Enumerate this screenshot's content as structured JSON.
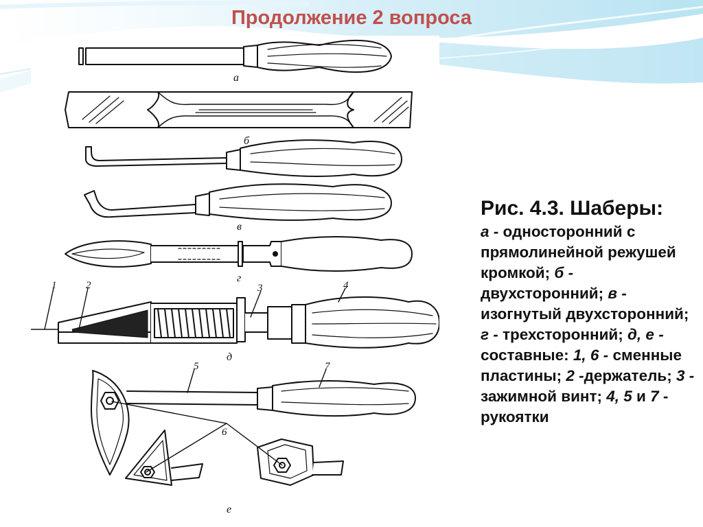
{
  "slide": {
    "title": "Продолжение 2 вопроса",
    "title_color": "#c0504d",
    "accent_color": "#2aa9d6"
  },
  "figure": {
    "letters": [
      "а",
      "б",
      "в",
      "г",
      "д",
      "е"
    ],
    "numbers": [
      "1",
      "2",
      "3",
      "4",
      "5",
      "6",
      "7"
    ]
  },
  "caption": {
    "title": "Рис. 4.3. Шаберы:",
    "segments": [
      {
        "text": "а -",
        "italic": true
      },
      {
        "text": " односторонний с прямолинейной режушей кромкой; ",
        "italic": false
      },
      {
        "text": "б -",
        "italic": true
      },
      {
        "text": " двухсторонний; ",
        "italic": false
      },
      {
        "text": "в -",
        "italic": true
      },
      {
        "text": " изогнутый двухсторонний; ",
        "italic": false
      },
      {
        "text": "г -",
        "italic": true
      },
      {
        "text": " трехсторонний; ",
        "italic": false
      },
      {
        "text": "д, е -",
        "italic": true
      },
      {
        "text": " составные: ",
        "italic": false
      },
      {
        "text": "1, 6 -",
        "italic": true
      },
      {
        "text": " сменные пластины; ",
        "italic": false
      },
      {
        "text": "2 -",
        "italic": true
      },
      {
        "text": "держатель; ",
        "italic": false
      },
      {
        "text": "3 -",
        "italic": true
      },
      {
        "text": " зажимной винт; ",
        "italic": false
      },
      {
        "text": "4, 5",
        "italic": true
      },
      {
        "text": " и ",
        "italic": false
      },
      {
        "text": "7",
        "italic": true
      },
      {
        "text": " - рукоятки",
        "italic": false
      }
    ]
  }
}
